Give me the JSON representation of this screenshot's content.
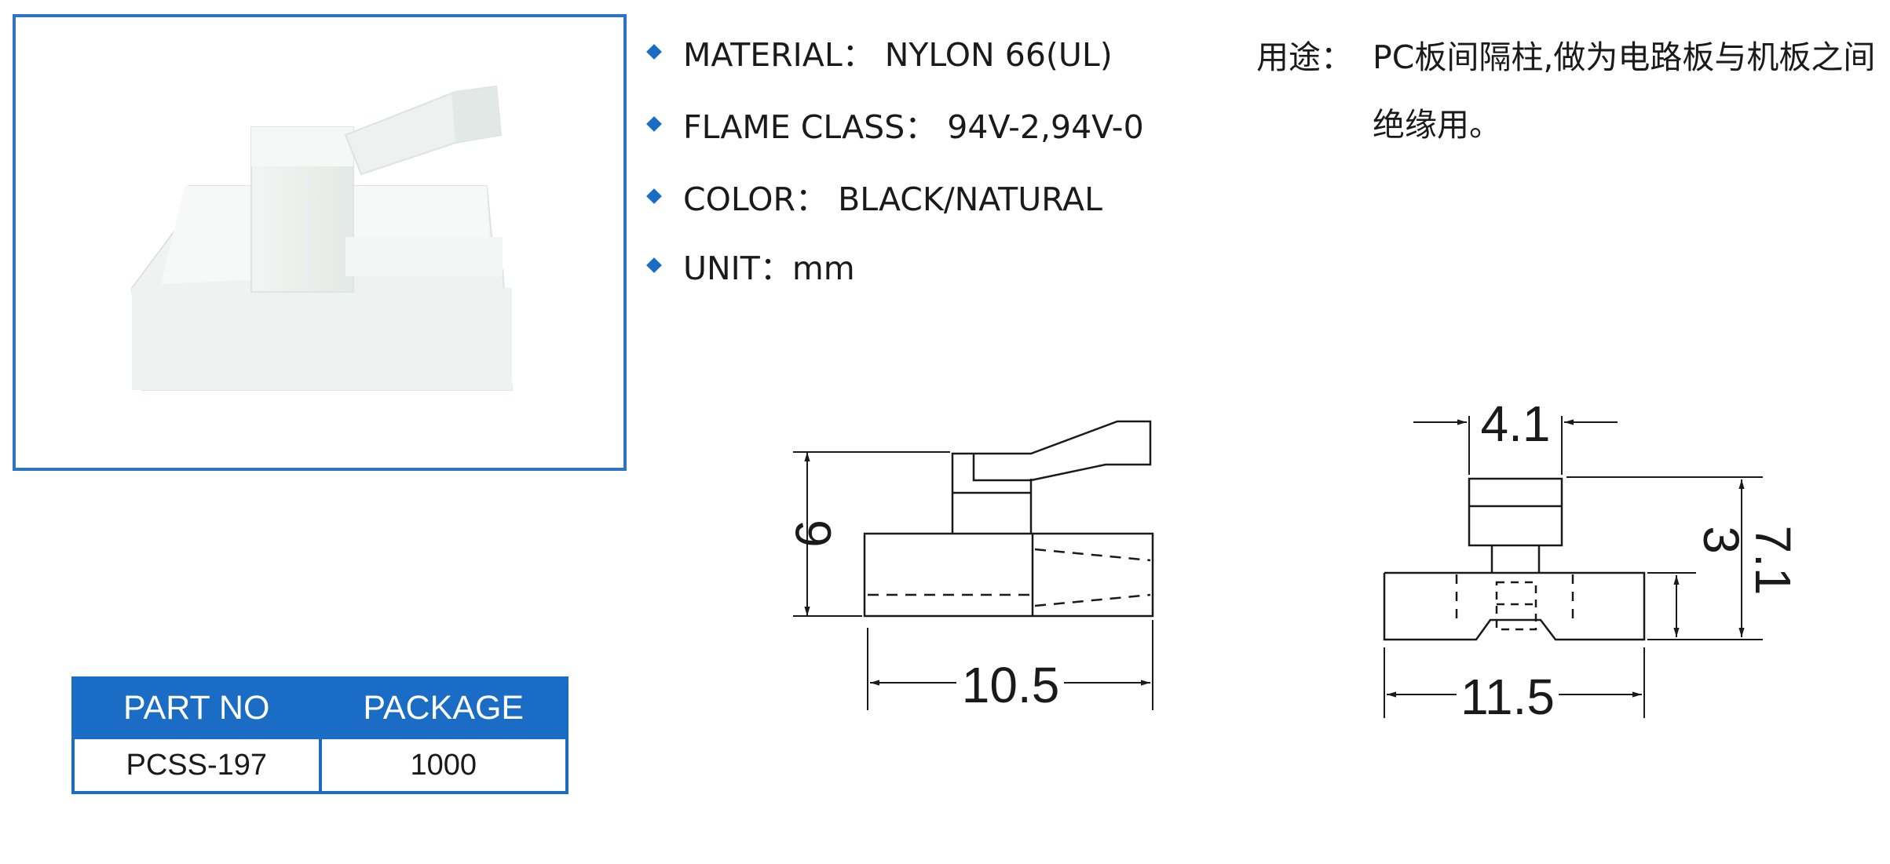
{
  "specs": [
    {
      "label": "MATERIAL： NYLON 66(UL)"
    },
    {
      "label": "FLAME CLASS： 94V-2,94V-0"
    },
    {
      "label": "COLOR： BLACK/NATURAL"
    },
    {
      "label": "UNIT：mm"
    }
  ],
  "usage": {
    "label": "用途：",
    "text": "PC板间隔柱,做为电路板与机板之间绝缘用。"
  },
  "table": {
    "headers": [
      "PART NO",
      "PACKAGE"
    ],
    "rows": [
      [
        "PCSS-197",
        "1000"
      ]
    ]
  },
  "dimensions": {
    "side_height": "6",
    "side_width": "10.5",
    "front_top_width": "4.1",
    "front_base_height": "3",
    "front_total_height": "7.1",
    "front_width": "11.5"
  },
  "colors": {
    "accent": "#1a6cc4",
    "frame": "#2f73c4"
  }
}
